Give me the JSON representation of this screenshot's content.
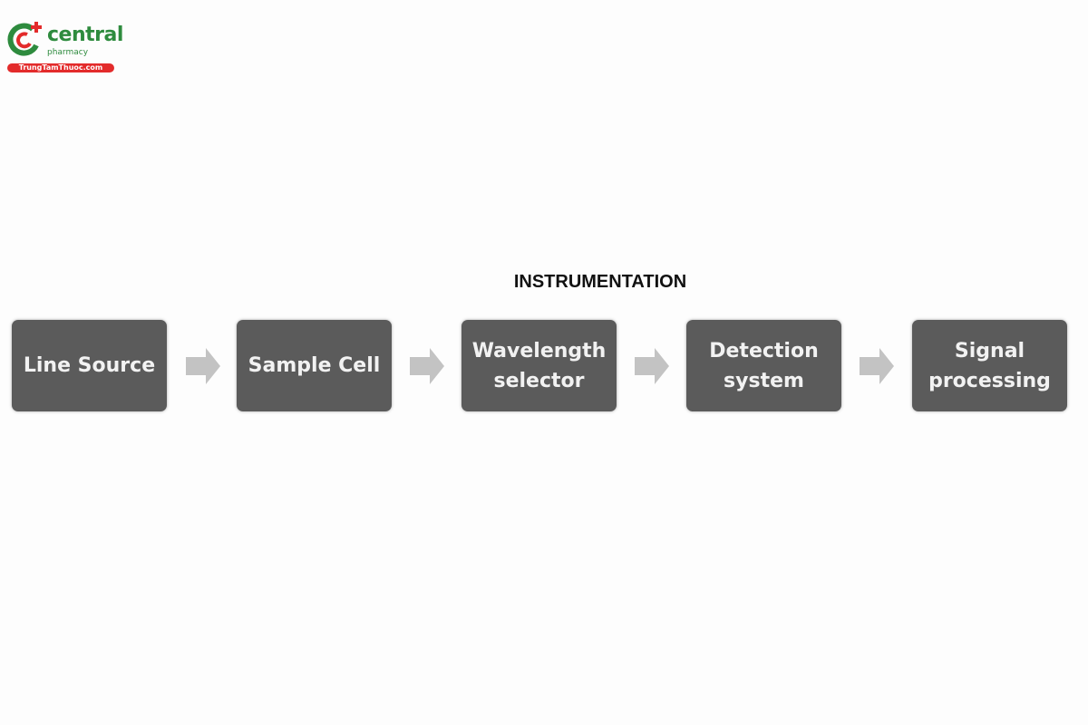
{
  "logo": {
    "name": "central",
    "sub": "pharmacy",
    "site": "TrungTamThuoc.com",
    "colors": {
      "green": "#2e8b3e",
      "red": "#e32b2b"
    }
  },
  "diagram": {
    "title": "INSTRUMENTATION",
    "steps": [
      {
        "label": "Line Source"
      },
      {
        "label": "Sample Cell"
      },
      {
        "label": "Wavelength selector"
      },
      {
        "label": "Detection system"
      },
      {
        "label": "Signal processing"
      }
    ],
    "colors": {
      "box": "#5b5b5b",
      "arrow": "#c3c3c3"
    }
  }
}
